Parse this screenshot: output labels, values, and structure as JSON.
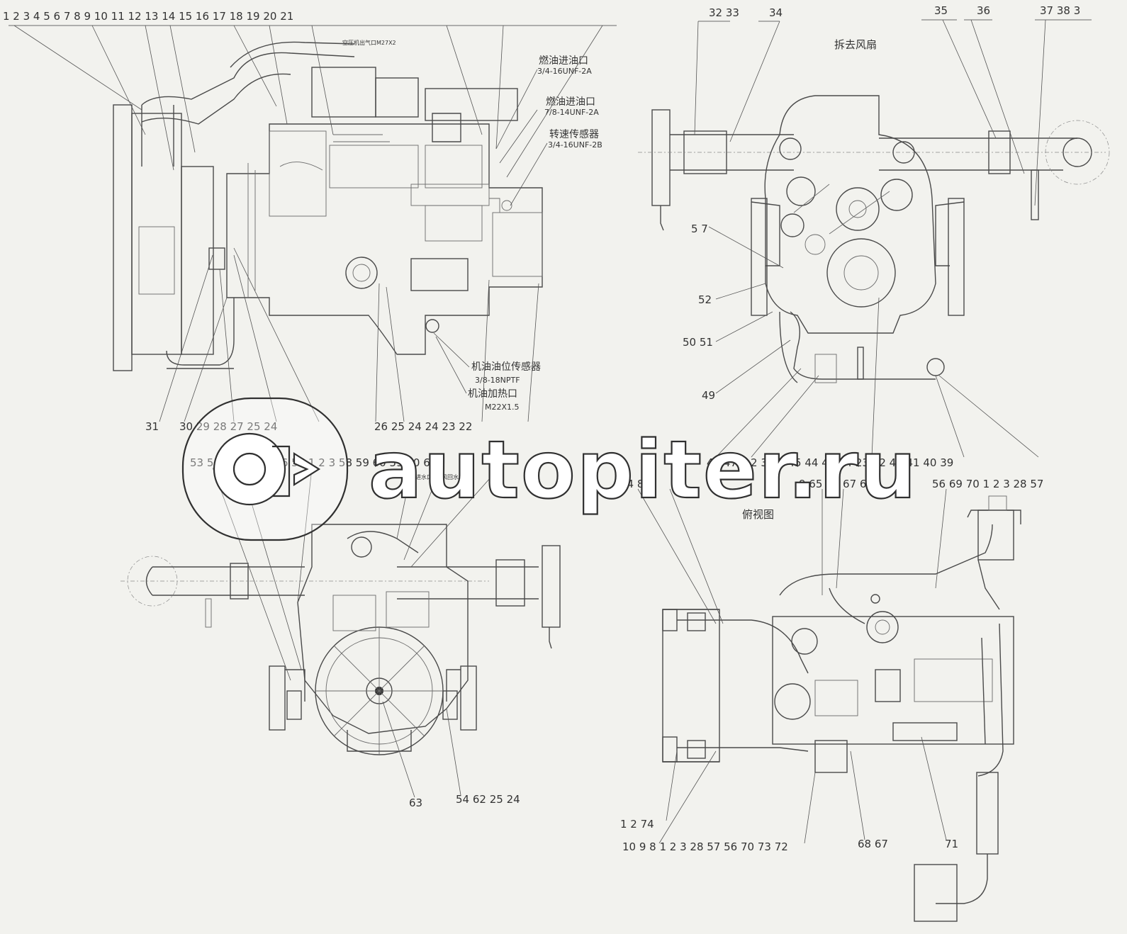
{
  "watermark": {
    "text": "autopiter.ru"
  },
  "views": {
    "left": {
      "top_numbers": "1  2  3  4    5  6  7    8  9  10       11        12 13            14 15 16          17 18 19 20 21",
      "bottom_numbers": "30  29  28     27   25  24",
      "left_num": "31",
      "bottom_right_numbers": "26  25  24                24  23  22",
      "annotations": [
        {
          "title": "燃油进油口",
          "spec": "3/4-16UNF-2A"
        },
        {
          "title": "燃油进油口",
          "spec": "7/8-14UNF-2A"
        },
        {
          "title": "转速传感器",
          "spec": "3/4-16UNF-2B"
        },
        {
          "title": "机油油位传感器",
          "spec": "3/8-18NPTF"
        },
        {
          "title": "机油加热口",
          "spec": "M22X1.5"
        }
      ],
      "small_label": "空压机出气口M27X2"
    },
    "front": {
      "title": "拆去风扇",
      "top_numbers_left": "32 33",
      "top_num_mid": "34",
      "top_numbers_right": "35",
      "top_num_r2": "36",
      "top_numbers_r3": "37 38  3",
      "side_nums": [
        "5  7",
        "52",
        "50  51",
        "49"
      ],
      "bottom_numbers": "48       47   1   2     3  46  45   44  43  24   23  22       42  41  40  39"
    },
    "rear": {
      "top_numbers": "53  54  24  25       55  56  57   1   2   3           58  59  60          59  60  61",
      "small_labels": [
        "暖风进水口",
        "暖风回水口"
      ],
      "bottom_nums": [
        "63",
        "54  62  25  24"
      ]
    },
    "top": {
      "title": "俯视图",
      "top_numbers_left": "64  8  9",
      "top_numbers_mid": "9  65    66  67  68",
      "top_numbers_right": "56  69  70   1   2   3  28  57",
      "bottom_left": "1   2  74",
      "bottom_row": "10  9   8    1   2    3  28  57  56  70  73    72",
      "bottom_mid": "68  67",
      "bottom_right": "71"
    }
  }
}
